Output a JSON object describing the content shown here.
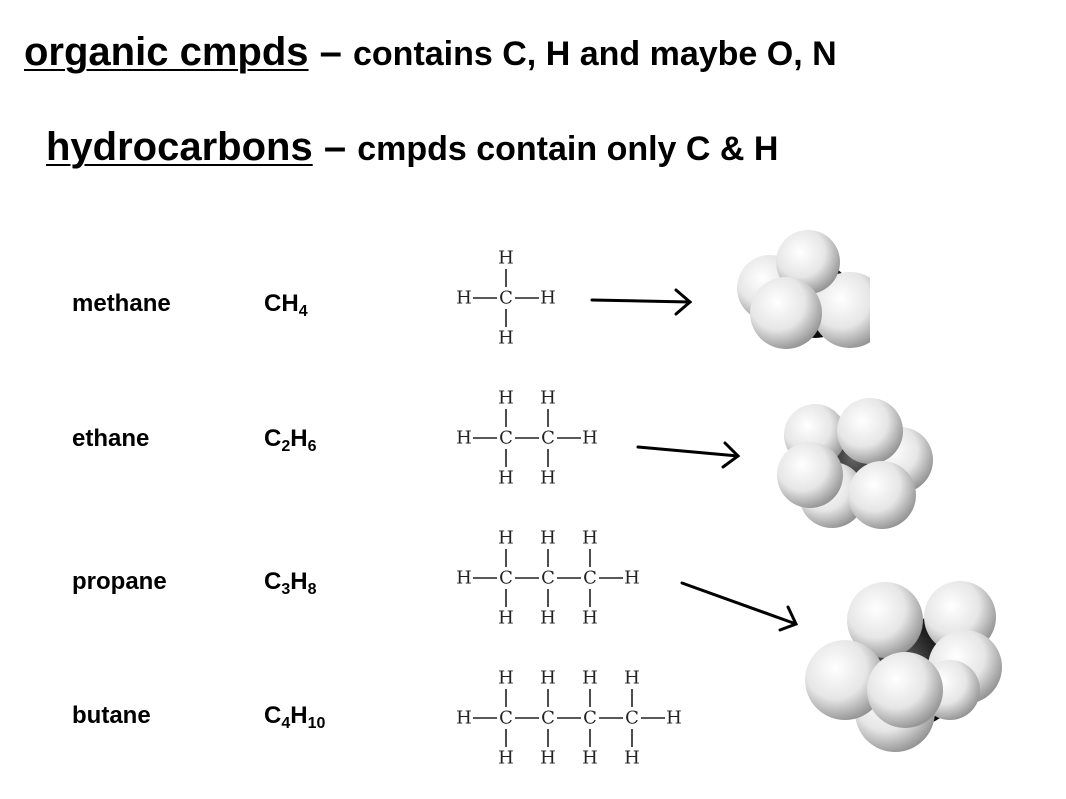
{
  "header": {
    "line1": {
      "term": "organic cmpds",
      "dash": " – ",
      "definition": "contains C, H and maybe O, N"
    },
    "line2": {
      "term": "hydrocarbons",
      "dash": " – ",
      "definition": "cmpds contain only C & H"
    }
  },
  "compounds": [
    {
      "name": "methane",
      "formula": {
        "c": "C",
        "c_sub": "",
        "h": "H",
        "h_sub": "4"
      },
      "carbons": 1
    },
    {
      "name": "ethane",
      "formula": {
        "c": "C",
        "c_sub": "2",
        "h": "H",
        "h_sub": "6"
      },
      "carbons": 2
    },
    {
      "name": "propane",
      "formula": {
        "c": "C",
        "c_sub": "3",
        "h": "H",
        "h_sub": "8"
      },
      "carbons": 3
    },
    {
      "name": "butane",
      "formula": {
        "c": "C",
        "c_sub": "4",
        "h": "H",
        "h_sub": "10"
      },
      "carbons": 4
    }
  ],
  "atoms": {
    "carbon": "C",
    "hydrogen": "H"
  },
  "colors": {
    "text": "#000000",
    "hydrogen_sphere": "#e6e6e6",
    "carbon_sphere": "#1a1a1a"
  }
}
